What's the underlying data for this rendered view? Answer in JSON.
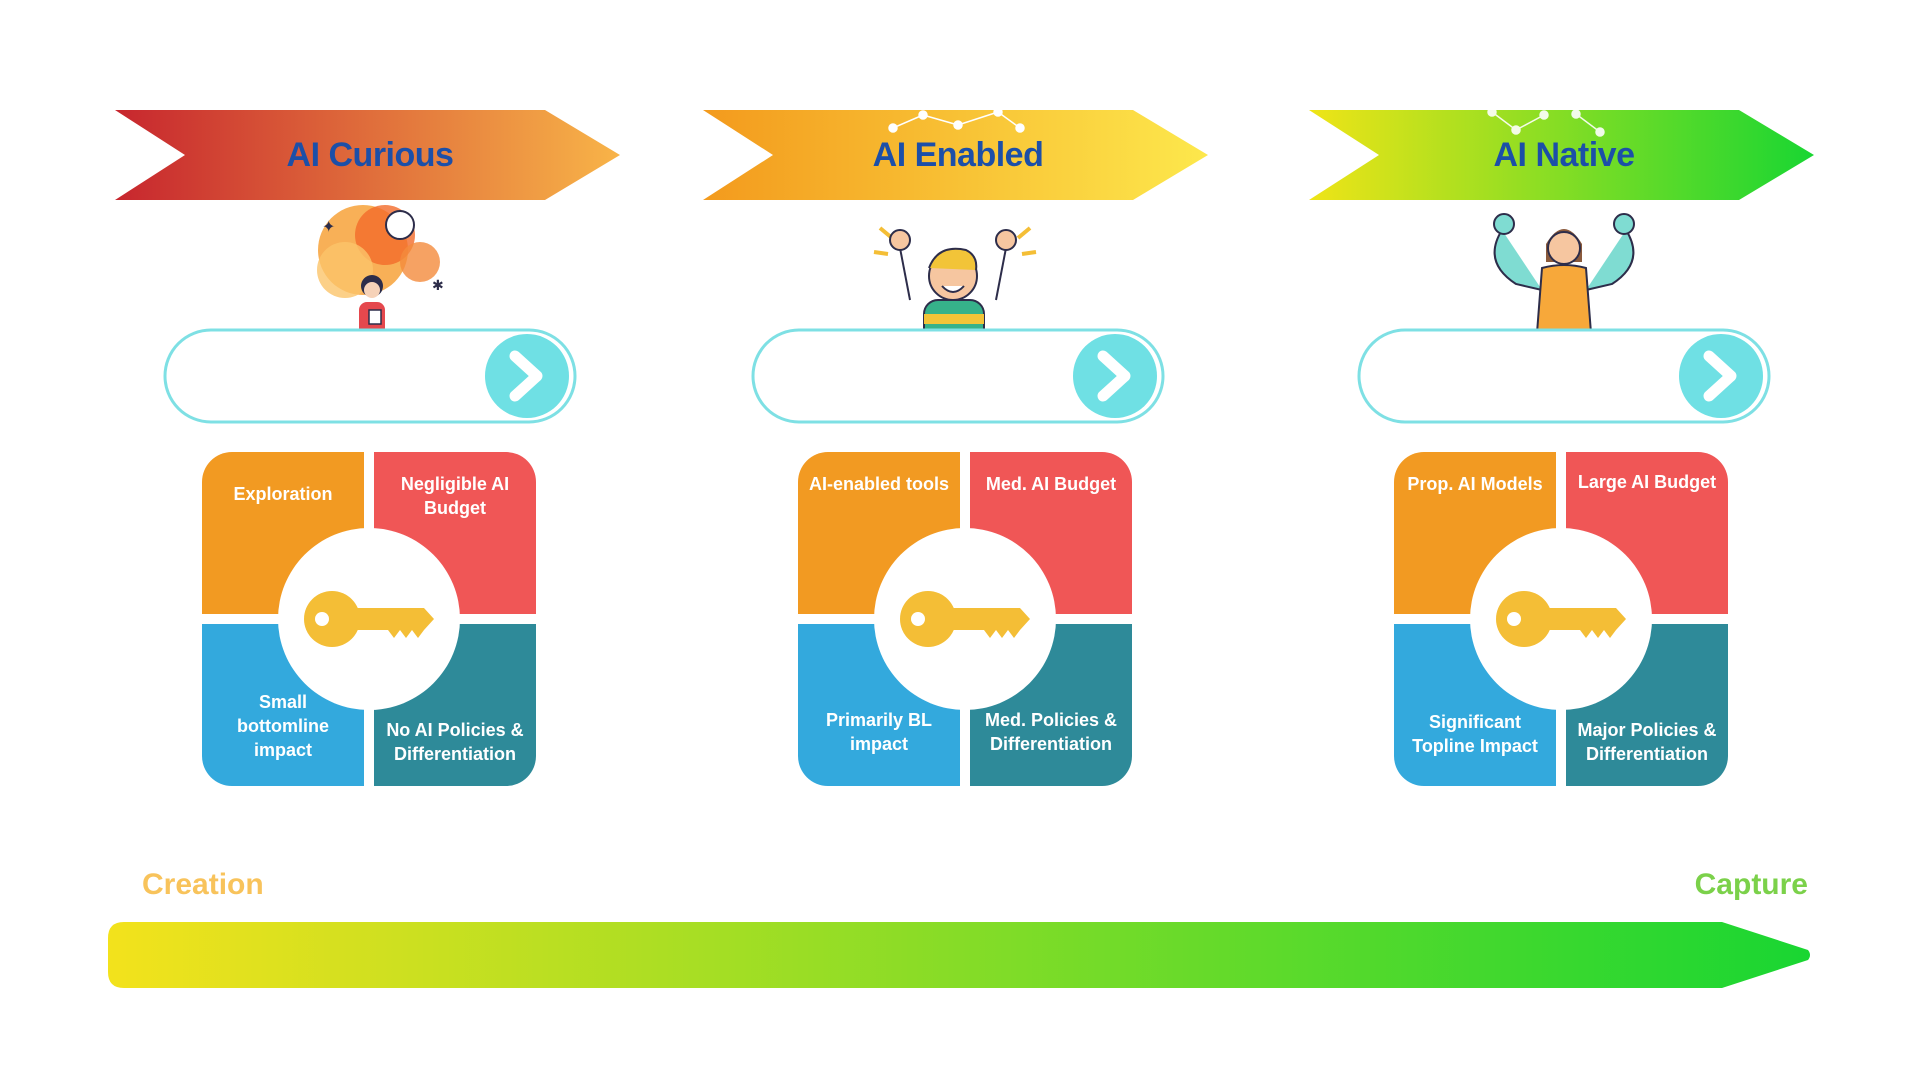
{
  "stages": [
    {
      "title": "AI Curious",
      "gradient": [
        "#c7262e",
        "#f8b448"
      ],
      "quadrants": {
        "top_left": "Exploration",
        "top_right": "Negligible AI Budget",
        "bottom_left": "Small bottomline impact",
        "bottom_right": "No AI Policies & Differentiation"
      }
    },
    {
      "title": "AI Enabled",
      "gradient": [
        "#f39a1d",
        "#fde84c"
      ],
      "quadrants": {
        "top_left": "AI-enabled tools",
        "top_right": "Med. AI Budget",
        "bottom_left": "Primarily BL impact",
        "bottom_right": "Med. Policies & Differentiation"
      }
    },
    {
      "title": "AI Native",
      "gradient": [
        "#efe417",
        "#19d632"
      ],
      "quadrants": {
        "top_left": "Prop. AI Models",
        "top_right": "Large AI Budget",
        "bottom_left": "Significant Topline Impact",
        "bottom_right": "Major Policies & Differentiation"
      }
    }
  ],
  "scale": {
    "start_label": "Creation",
    "end_label": "Capture",
    "start_color": "#f8c35b",
    "end_color": "#7bd14a",
    "gradient": [
      "#f3e21c",
      "#19d632"
    ]
  },
  "icons": [
    "key-icon",
    "chevron-right-icon"
  ],
  "colors": {
    "title": "#1c4fa8",
    "pill_border": "#7ee0e4",
    "pill_button": "#6fe0e4",
    "key": "#f4be36"
  }
}
